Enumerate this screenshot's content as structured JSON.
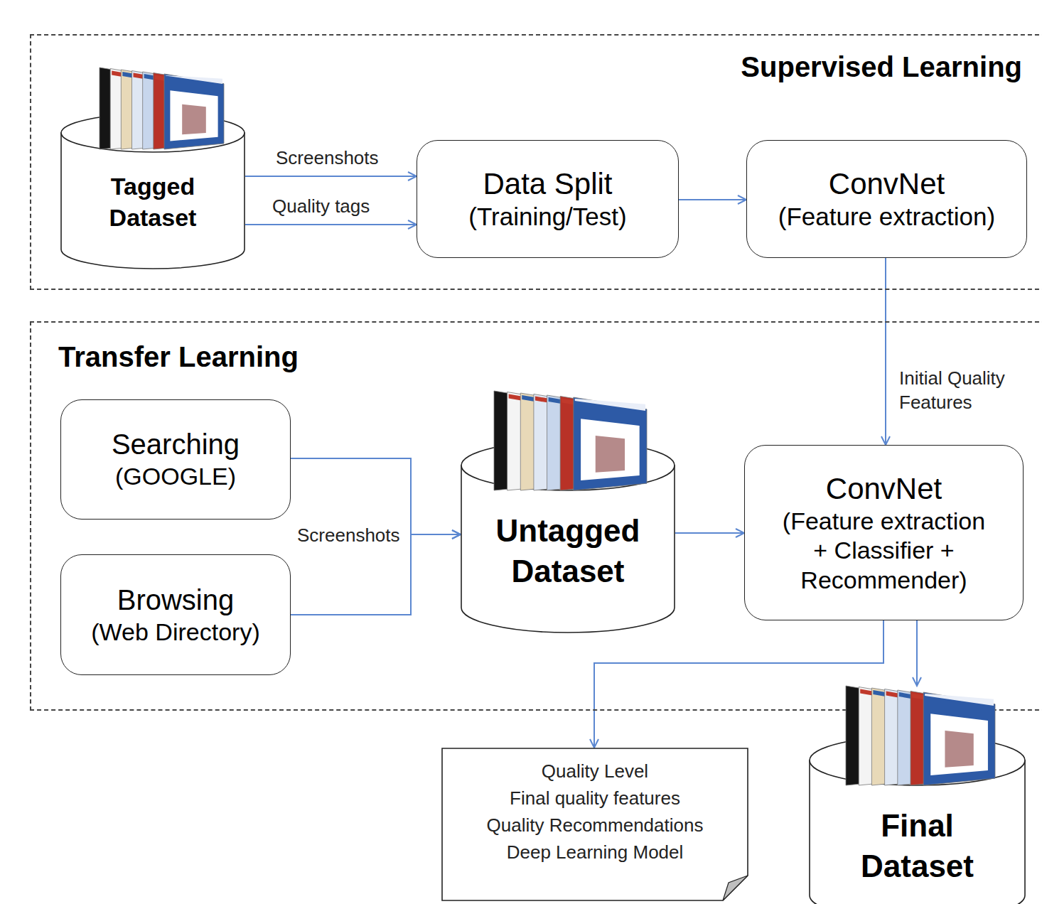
{
  "diagram": {
    "nodes": [
      {
        "text": [
          "Supervised Learning"
        ]
      },
      {
        "text": [
          "Tagged Dataset"
        ],
        "in": 0
      },
      {
        "text": [
          "Data Split",
          "(Training/Test)"
        ],
        "in": 0
      },
      {
        "text": [
          "ConvNet",
          "(Feature extraction)"
        ],
        "in": 0
      },
      {
        "text": [
          "Transfer Learning"
        ]
      },
      {
        "text": [
          "Searching",
          "(GOOGLE)"
        ],
        "in": 4
      },
      {
        "text": [
          "Browsing",
          "(Web Directory)"
        ],
        "in": 4
      },
      {
        "text": [
          "Untagged Dataset"
        ],
        "in": 4
      },
      {
        "text": [
          "ConvNet",
          "(Feature extraction + Classifier + Recommender)"
        ],
        "in": 4
      },
      {
        "text": [
          "Quality Level",
          "Final quality features",
          "Quality Recommendations",
          "Deep Learning Model"
        ]
      },
      {
        "text": [
          "Final Dataset"
        ]
      }
    ],
    "edges": [
      {
        "from": 1,
        "to": 2,
        "label": "Screenshots",
        "arrow": "to"
      },
      {
        "from": 1,
        "to": 2,
        "label": "Quality tags",
        "arrow": "to"
      },
      {
        "from": 2,
        "to": 3,
        "arrow": "to"
      },
      {
        "from": 3,
        "to": 8,
        "label": "Initial Quality Features",
        "arrow": "to"
      },
      {
        "from": 5,
        "to": 7,
        "label": "Screenshots",
        "arrow": "to"
      },
      {
        "from": 6,
        "to": 7,
        "arrow": "to"
      },
      {
        "from": 7,
        "to": 8,
        "arrow": "to"
      },
      {
        "from": 8,
        "to": 9,
        "arrow": "to"
      },
      {
        "from": 8,
        "to": 10,
        "arrow": "to"
      }
    ]
  }
}
